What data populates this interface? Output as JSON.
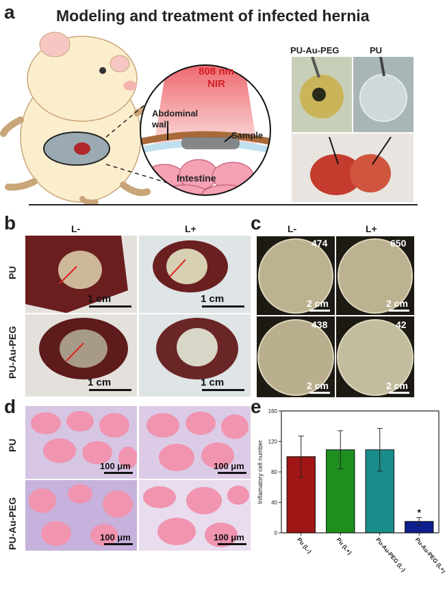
{
  "figure": {
    "panel_letters": {
      "a": "a",
      "b": "b",
      "c": "c",
      "d": "d",
      "e": "e"
    },
    "title": "Modeling and treatment of infected hernia",
    "panel_a": {
      "laser_label_1": "808 nm",
      "laser_label_2": "NIR",
      "abdominal_wall_1": "Abdominal",
      "abdominal_wall_2": "wall",
      "sample": "Sample",
      "intestine": "Intestine",
      "photo_label_1": "PU-Au-PEG",
      "photo_label_2": "PU"
    },
    "panel_b": {
      "col_labels": [
        "L-",
        "L+"
      ],
      "row_labels": [
        "PU",
        "PU-Au-PEG"
      ],
      "scale_bar": "1 cm"
    },
    "panel_c": {
      "col_labels": [
        "L-",
        "L+"
      ],
      "counts": [
        "474",
        "650",
        "438",
        "42"
      ],
      "scale_bar": "2 cm"
    },
    "panel_d": {
      "row_labels": [
        "PU",
        "PU-Au-PEG"
      ],
      "scale_bar": "100 μm"
    }
  },
  "chart_data": {
    "type": "bar",
    "categories": [
      "Pu (L-)",
      "Pu (L+)",
      "Pu-Au-PEG (L-)",
      "Pu-Au-PEG (L+)"
    ],
    "values": [
      100,
      109,
      109,
      15
    ],
    "errors": [
      27,
      25,
      28,
      5
    ],
    "colors": [
      "#a01515",
      "#1e8e1e",
      "#1a8c8c",
      "#0c1f8c"
    ],
    "ylabel": "Inflamatory cell number",
    "ylim": [
      0,
      160
    ],
    "yticks": [
      0,
      40,
      80,
      120,
      160
    ],
    "annotation": "*",
    "annotation_category": "Pu-Au-PEG (L+)"
  }
}
